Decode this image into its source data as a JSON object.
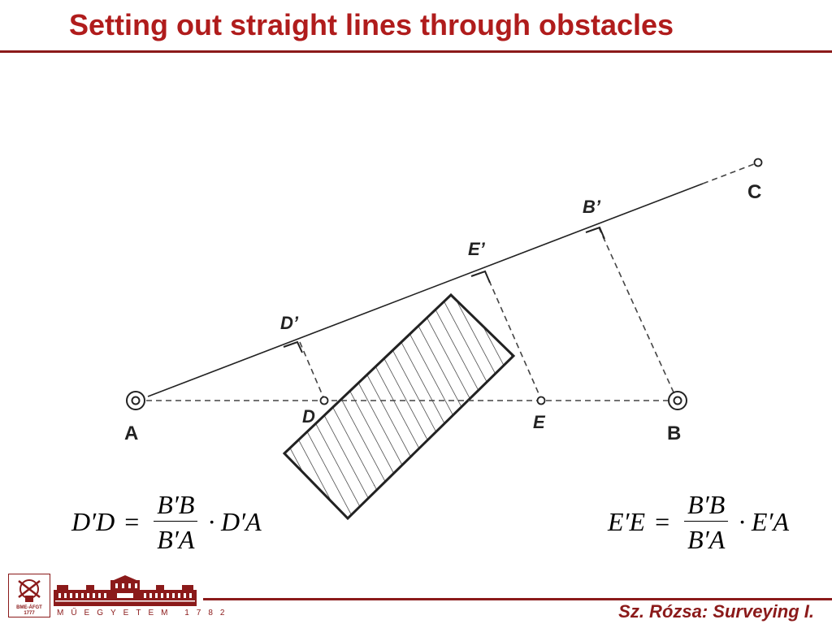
{
  "slide": {
    "title": "Setting out straight lines through obstacles",
    "footer": "Sz. Rózsa: Surveying I.",
    "logo_text_top": "BME-ÁFGT",
    "logo_text_year": "1777",
    "university_wordmark": "MŰEGYETEM 1782"
  },
  "diagram": {
    "points": {
      "A": "A",
      "B": "B",
      "C": "C",
      "D": "D",
      "E": "E",
      "D_prime": "D’",
      "E_prime": "E’",
      "B_prime": "B’"
    }
  },
  "formulas": {
    "left": {
      "lhs": "D′D",
      "eq": "=",
      "num": "B′B",
      "den": "B′A",
      "dot": "·",
      "rhs": "D′A"
    },
    "right": {
      "lhs": "E′E",
      "eq": "=",
      "num": "B′B",
      "den": "B′A",
      "dot": "·",
      "rhs": "E′A"
    }
  }
}
